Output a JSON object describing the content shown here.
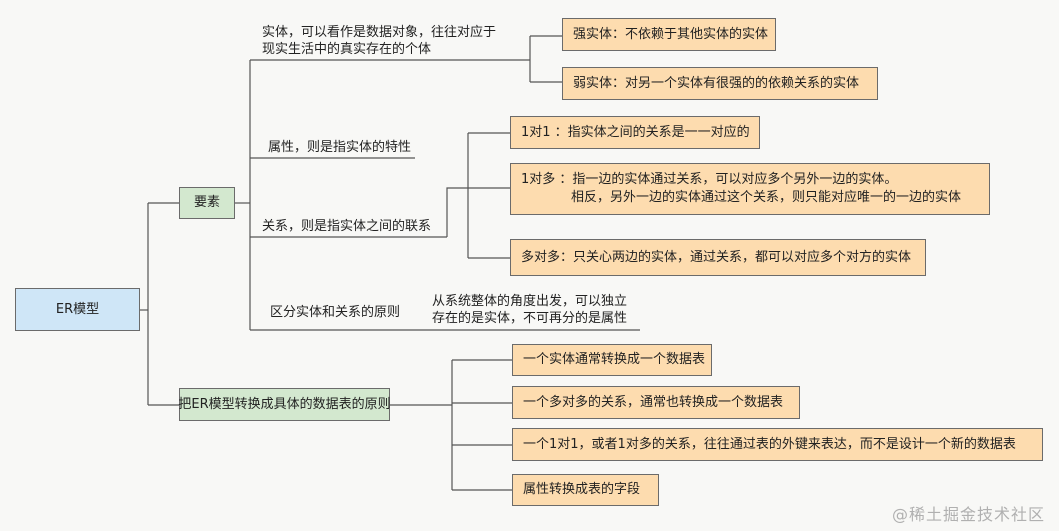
{
  "root": "ER模型",
  "elements_node": "要素",
  "entity": {
    "line1": "实体，可以看作是数据对象，往往对应于",
    "line2": "现实生活中的真实存在的个体",
    "strong": "强实体：不依赖于其他实体的实体",
    "weak": "弱实体：对另一个实体有很强的的依赖关系的实体"
  },
  "attribute": "属性，则是指实体的特性",
  "relation": {
    "label": "关系，则是指实体之间的联系",
    "one_to_one": "1对1 ：指实体之间的关系是一一对应的",
    "one_to_many_1": "1对多 ：指一边的实体通过关系，可以对应多个另外一边的实体。",
    "one_to_many_2": "相反，另外一边的实体通过这个关系，则只能对应唯一的一边的实体",
    "many_to_many": "多对多：只关心两边的实体，通过关系，都可以对应多个对方的实体"
  },
  "principle": {
    "label": "区分实体和关系的原则",
    "line1": "从系统整体的角度出发，可以独立",
    "line2": "存在的是实体，不可再分的是属性"
  },
  "convert": {
    "label": "把ER模型转换成具体的数据表的原则",
    "items": [
      "一个实体通常转换成一个数据表",
      "一个多对多的关系，通常也转换成一个数据表",
      "一个1对1，或者1对多的关系，往往通过表的外键来表达，而不是设计一个新的数据表",
      "属性转换成表的字段"
    ]
  },
  "watermark": "@稀土掘金技术社区"
}
